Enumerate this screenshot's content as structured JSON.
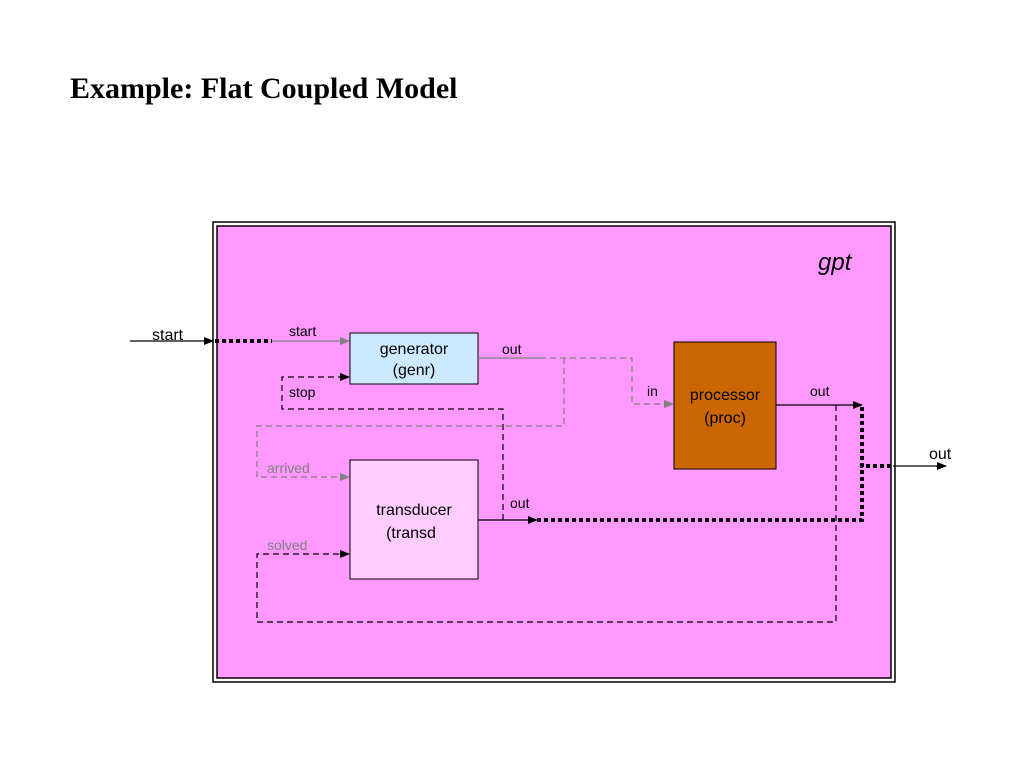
{
  "title": "Example: Flat Coupled Model",
  "coupled_model": {
    "name": "gpt",
    "input_port": "start",
    "output_port": "out"
  },
  "generator": {
    "name_line1": "generator",
    "name_line2": "(genr)",
    "inputs": [
      "start",
      "stop"
    ],
    "output": "out"
  },
  "processor": {
    "name_line1": "processor",
    "name_line2": "(proc)",
    "input": "in",
    "output": "out"
  },
  "transducer": {
    "name_line1": "transducer",
    "name_line2": "(transd",
    "inputs": [
      "arrived",
      "solved"
    ],
    "output": "out"
  },
  "colors": {
    "coupled_fill": "#ff99ff",
    "generator_fill": "#cce9ff",
    "processor_fill": "#cc6600",
    "transducer_fill": "#ffccff",
    "gray_coupling": "#808080"
  }
}
